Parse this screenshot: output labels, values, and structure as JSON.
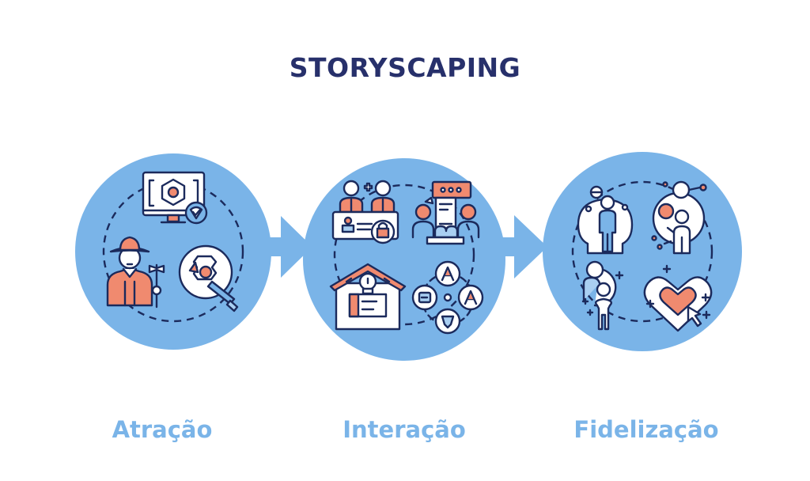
{
  "title": "STORYSCAPING",
  "colors": {
    "title": "#27306b",
    "circle_fill": "#7ab4e8",
    "label": "#7ab4e8",
    "outline": "#1b2a5c",
    "accent": "#f08a6f",
    "white": "#ffffff",
    "light_blue": "#a9cff2"
  },
  "stages": [
    {
      "label": "Atração",
      "icons": [
        "monitor-target-icon",
        "farmer-icon",
        "map-magnifier-icon"
      ]
    },
    {
      "label": "Interação",
      "icons": [
        "people-id-card-icon",
        "group-chat-icon",
        "house-lightbulb-icon",
        "network-badges-icon"
      ]
    },
    {
      "label": "Fidelização",
      "icons": [
        "person-head-ideas-icon",
        "person-orbit-icon",
        "parent-child-icon",
        "heart-cursor-icon"
      ]
    }
  ],
  "connectors": [
    "arrow-right-icon",
    "arrow-right-icon"
  ]
}
